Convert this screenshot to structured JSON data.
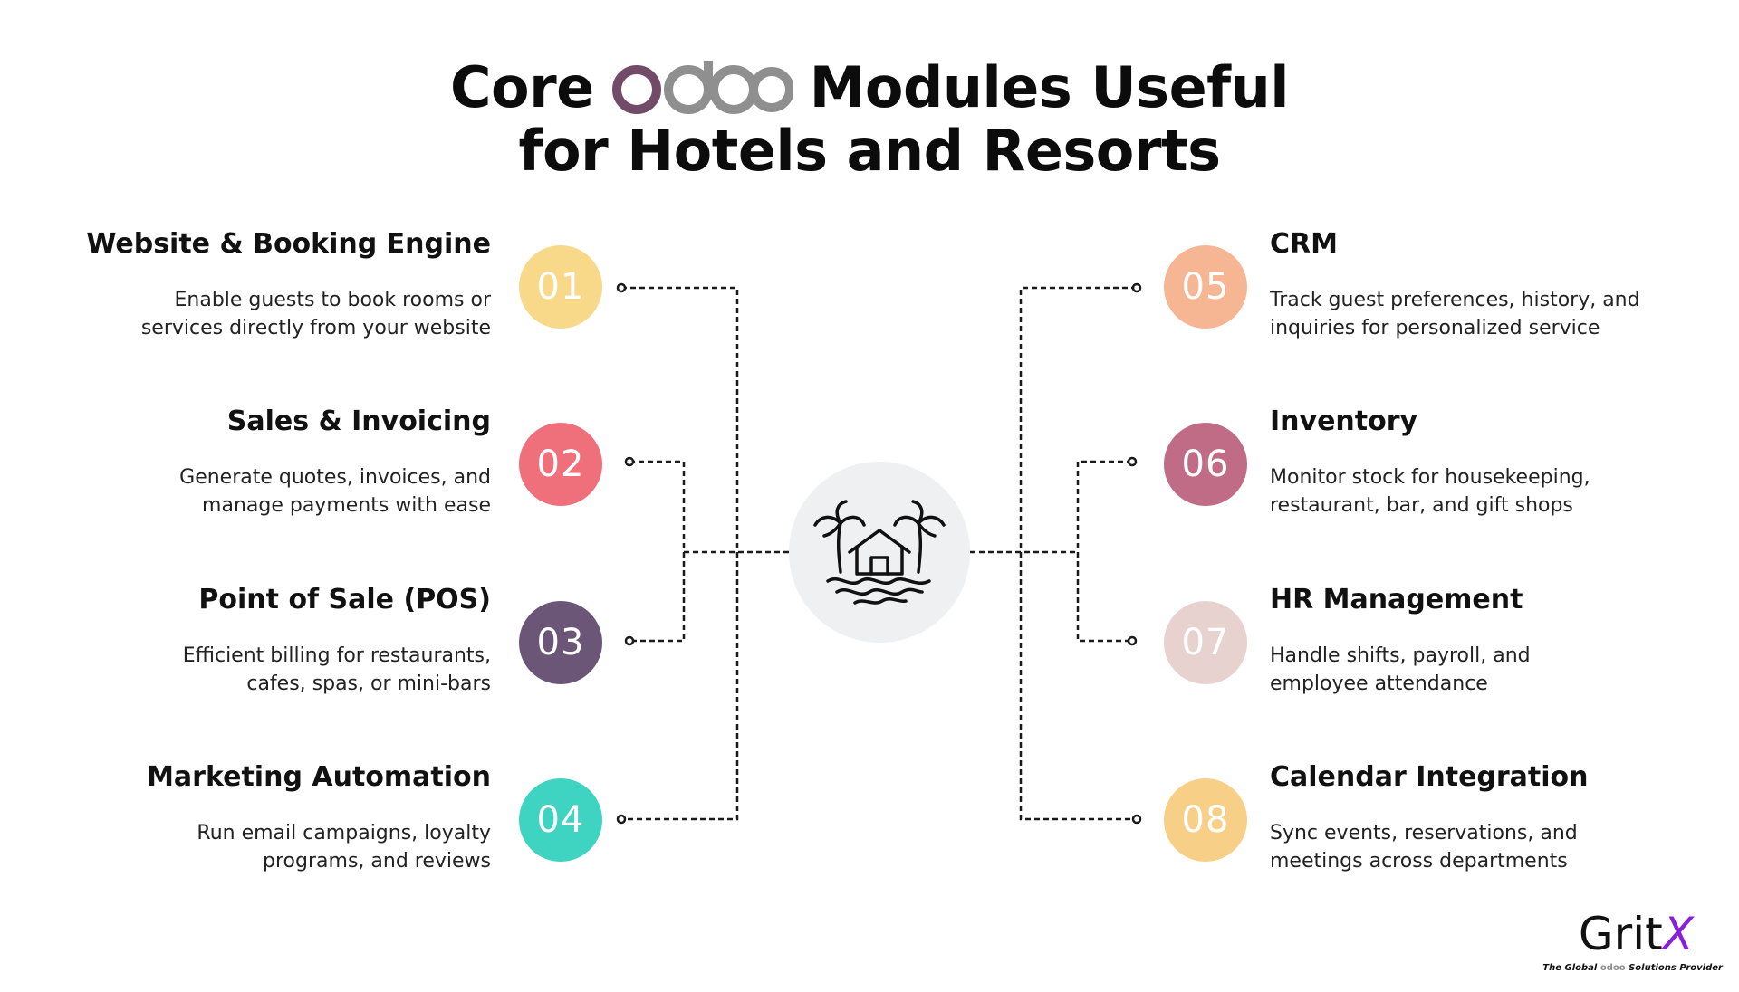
{
  "title": {
    "before_logo": "Core",
    "logo_text": "odoo",
    "after_logo": "Modules Useful",
    "line2": "for Hotels and Resorts"
  },
  "hub": {
    "icon": "resort-icon"
  },
  "modules_left": [
    {
      "number": "01",
      "title": "Website & Booking Engine",
      "description": "Enable guests to book rooms or\nservices directly from your website",
      "color": "#f8d98a"
    },
    {
      "number": "02",
      "title": "Sales & Invoicing",
      "description": "Generate quotes, invoices, and\nmanage payments with ease",
      "color": "#ef6f7b"
    },
    {
      "number": "03",
      "title": "Point of Sale (POS)",
      "description": "Efficient billing for restaurants,\ncafes, spas, or mini-bars",
      "color": "#6b5678"
    },
    {
      "number": "04",
      "title": "Marketing Automation",
      "description": "Run email campaigns, loyalty\nprograms, and reviews",
      "color": "#3fd3c1"
    }
  ],
  "modules_right": [
    {
      "number": "05",
      "title": "CRM",
      "description": "Track guest preferences, history, and\ninquiries for personalized service",
      "color": "#f6b693"
    },
    {
      "number": "06",
      "title": "Inventory",
      "description": "Monitor stock for housekeeping,\nrestaurant, bar, and gift shops",
      "color": "#c06c86"
    },
    {
      "number": "07",
      "title": "HR Management",
      "description": "Handle shifts, payroll, and\nemployee attendance",
      "color": "#e8d2cf"
    },
    {
      "number": "08",
      "title": "Calendar Integration",
      "description": "Sync events, reservations, and\nmeetings across departments",
      "color": "#f8cf86"
    }
  ],
  "brand": {
    "name_main": "Grit",
    "name_accent": "X",
    "tagline_before": "The Global",
    "tagline_logo": "odoo",
    "tagline_after": "Solutions Provider"
  },
  "colors": {
    "odoo_purple": "#714b67",
    "odoo_grey": "#8f8f8f",
    "hub_bg": "#eef0f2",
    "accent_purple": "#8a1fd8"
  }
}
